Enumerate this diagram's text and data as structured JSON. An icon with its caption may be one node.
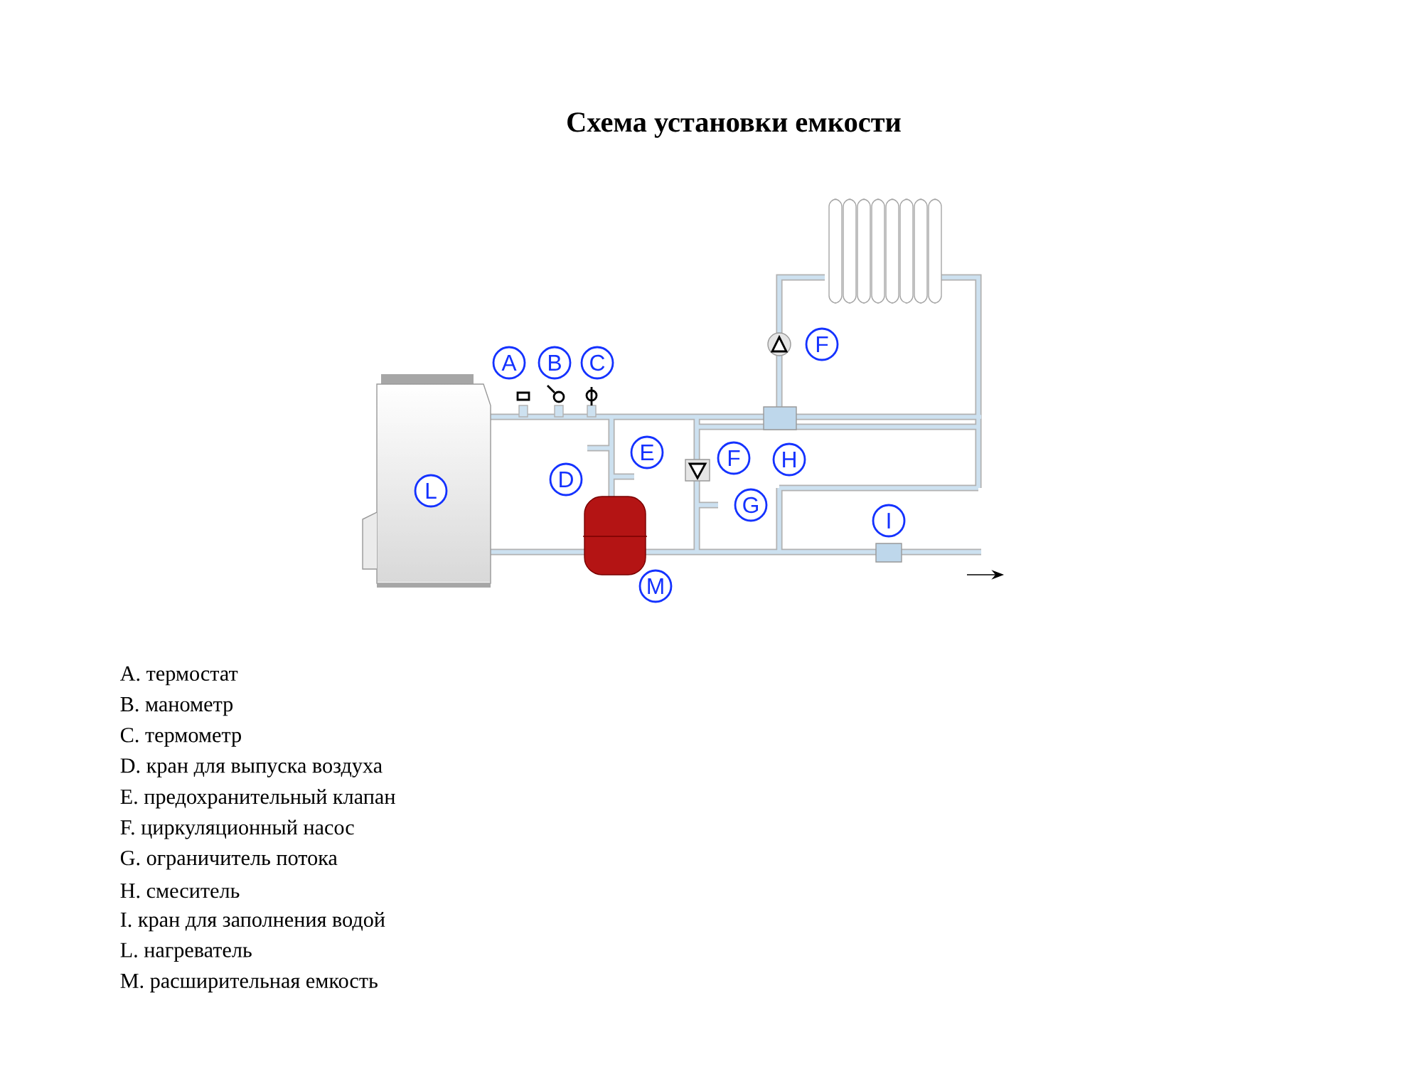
{
  "diagram": {
    "title": "Схема установки емкости",
    "nodes": [
      {
        "text": [
          "F"
        ]
      },
      {
        "text": [
          "A"
        ]
      },
      {
        "text": [
          "B"
        ]
      },
      {
        "text": [
          "C"
        ]
      },
      {
        "text": [
          "E"
        ]
      },
      {
        "text": [
          "F"
        ]
      },
      {
        "text": [
          "H"
        ]
      },
      {
        "text": [
          "D"
        ]
      },
      {
        "text": [
          "L"
        ]
      },
      {
        "text": [
          "G"
        ]
      },
      {
        "text": [
          "I"
        ]
      },
      {
        "text": [
          "M"
        ]
      }
    ],
    "labels": [
      "A. термостат",
      "B. манометр",
      "C. термометр",
      "D. кран для выпуска воздуха",
      "E. предохранительный клапан",
      "F. циркуляционный насос",
      "G. ограничитель потока",
      "H. смеситель",
      "I. кран для заполнения водой",
      "L. нагреватель",
      "M. расширительная емкость"
    ]
  }
}
